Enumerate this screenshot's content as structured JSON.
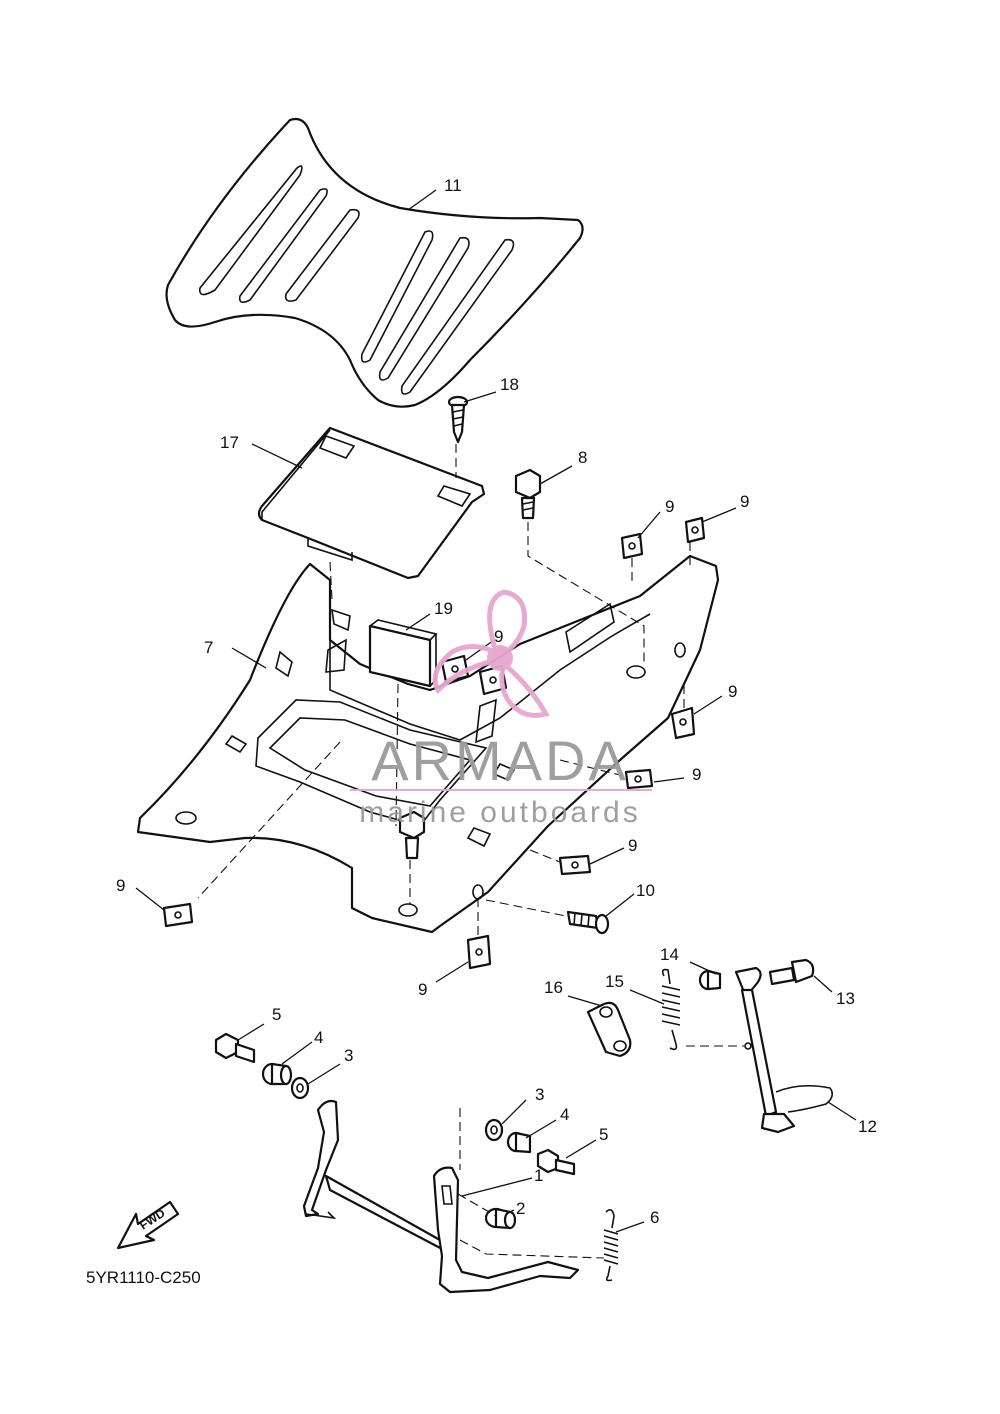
{
  "diagram_code": "5YR1110-C250",
  "fwd_label": "FWD",
  "watermark": {
    "brand": "ARMADA",
    "tagline": "marine outboards",
    "accent_color": "#e8a6cf",
    "text_color": "#9a9a9a"
  },
  "callouts": {
    "c1": "1",
    "c2": "2",
    "c3a": "3",
    "c3b": "3",
    "c4a": "4",
    "c4b": "4",
    "c5a": "5",
    "c5b": "5",
    "c6": "6",
    "c7": "7",
    "c8": "8",
    "c9a": "9",
    "c9b": "9",
    "c9c": "9",
    "c9d": "9",
    "c9e": "9",
    "c9f": "9",
    "c9g": "9",
    "c9h": "9",
    "c10": "10",
    "c11": "11",
    "c12": "12",
    "c13": "13",
    "c14": "14",
    "c15": "15",
    "c16": "16",
    "c17": "17",
    "c18": "18",
    "c19": "19"
  }
}
